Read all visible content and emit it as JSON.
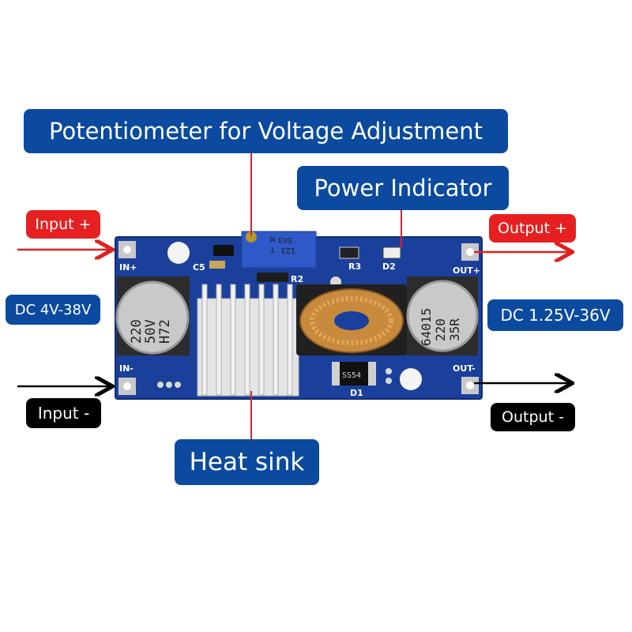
{
  "labels": {
    "potentiometer": "Potentiometer for Voltage Adjustment",
    "power_indicator": "Power Indicator",
    "heat_sink": "Heat sink",
    "input_plus": "Input +",
    "output_plus": "Output +",
    "input_minus": "Input -",
    "output_minus": "Output -",
    "dc_input": "DC 4V-38V",
    "dc_output": "DC 1.25V-36V"
  },
  "board_silkscreen": {
    "in_plus": "IN+",
    "in_minus": "IN-",
    "out_plus": "OUT+",
    "out_minus": "OUT-",
    "c5": "C5",
    "r2": "R2",
    "r3": "R3",
    "d2": "D2",
    "d1": "D1",
    "diode_part": "SS54",
    "pot_text_1": "503",
    "pot_text_2": "M",
    "pot_text_3": "123",
    "pot_text_4": "T"
  },
  "capacitors": {
    "left_line1": "220",
    "left_line2": "50V",
    "left_line3": "H72",
    "right_line1": "64015",
    "right_line2": "220",
    "right_line3": "35R"
  },
  "colors": {
    "board": "#1a3f9c",
    "label_blue": "#0b4a9e",
    "label_red": "#e62020",
    "label_black": "#000000",
    "arrow_red": "#e02020",
    "leader_red": "#c8283c"
  }
}
